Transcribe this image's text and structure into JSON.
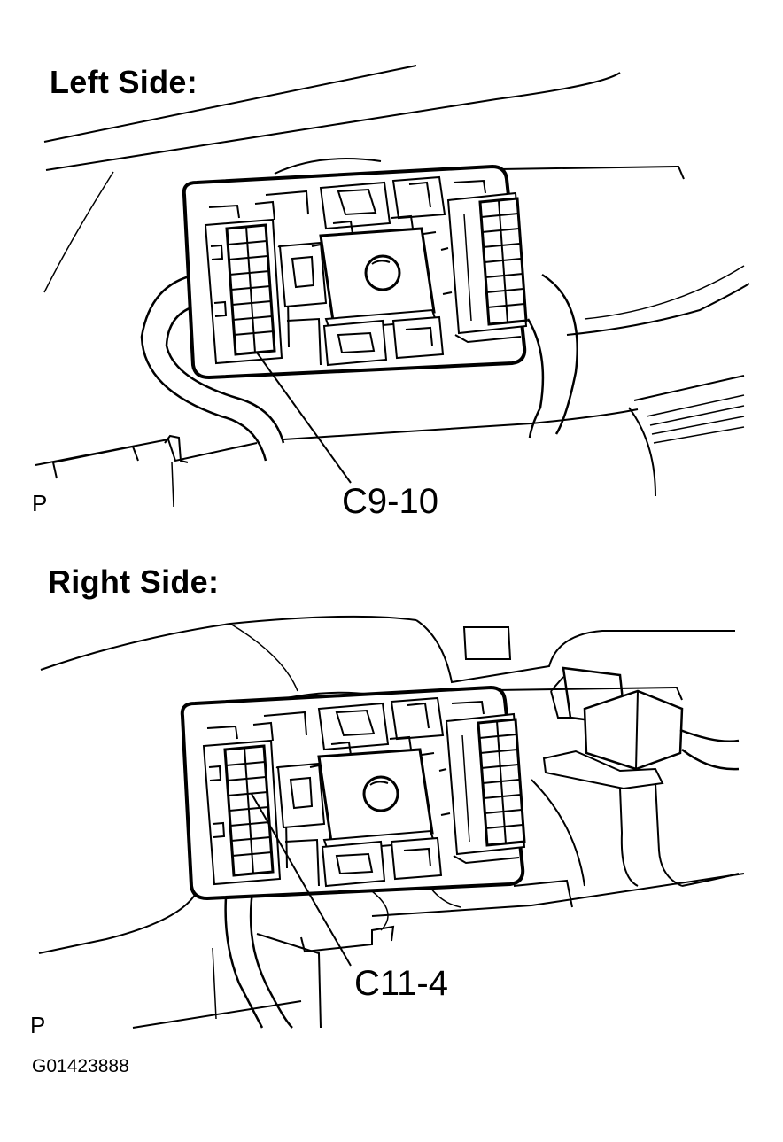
{
  "panels": [
    {
      "heading": "Left Side:",
      "callout": "C9-10",
      "view_mark": "P"
    },
    {
      "heading": "Right Side:",
      "callout": "C11-4",
      "view_mark": "P"
    }
  ],
  "figure_id": "G01423888",
  "colors": {
    "line": "#000000",
    "background": "#ffffff"
  }
}
